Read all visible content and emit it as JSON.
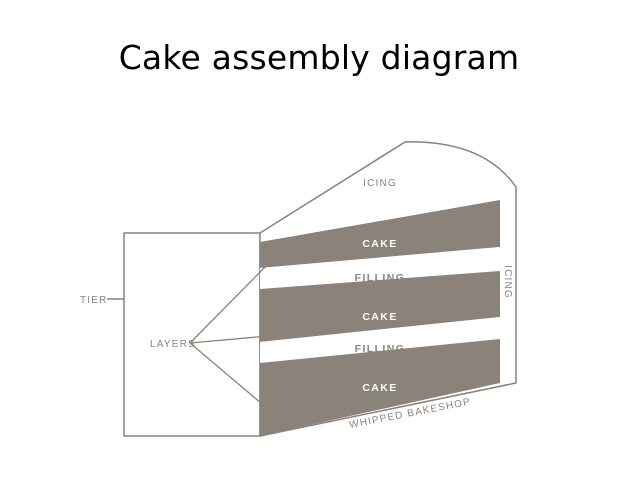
{
  "slide": {
    "title": "Cake assembly diagram"
  },
  "diagram": {
    "colors": {
      "layer_fill": "#8b837a",
      "outline": "#8b837a",
      "label_dark": "#8b837a",
      "label_light": "#ffffff",
      "background": "#ffffff"
    },
    "labels": {
      "icing_top": "ICING",
      "icing_side": "ICING",
      "tier": "TIER",
      "layers": "LAYERS",
      "cake_1": "CAKE",
      "filling_1": "FILLING",
      "cake_2": "CAKE",
      "filling_2": "FILLING",
      "cake_3": "CAKE",
      "brand": "WHIPPED BAKESHOP"
    }
  }
}
